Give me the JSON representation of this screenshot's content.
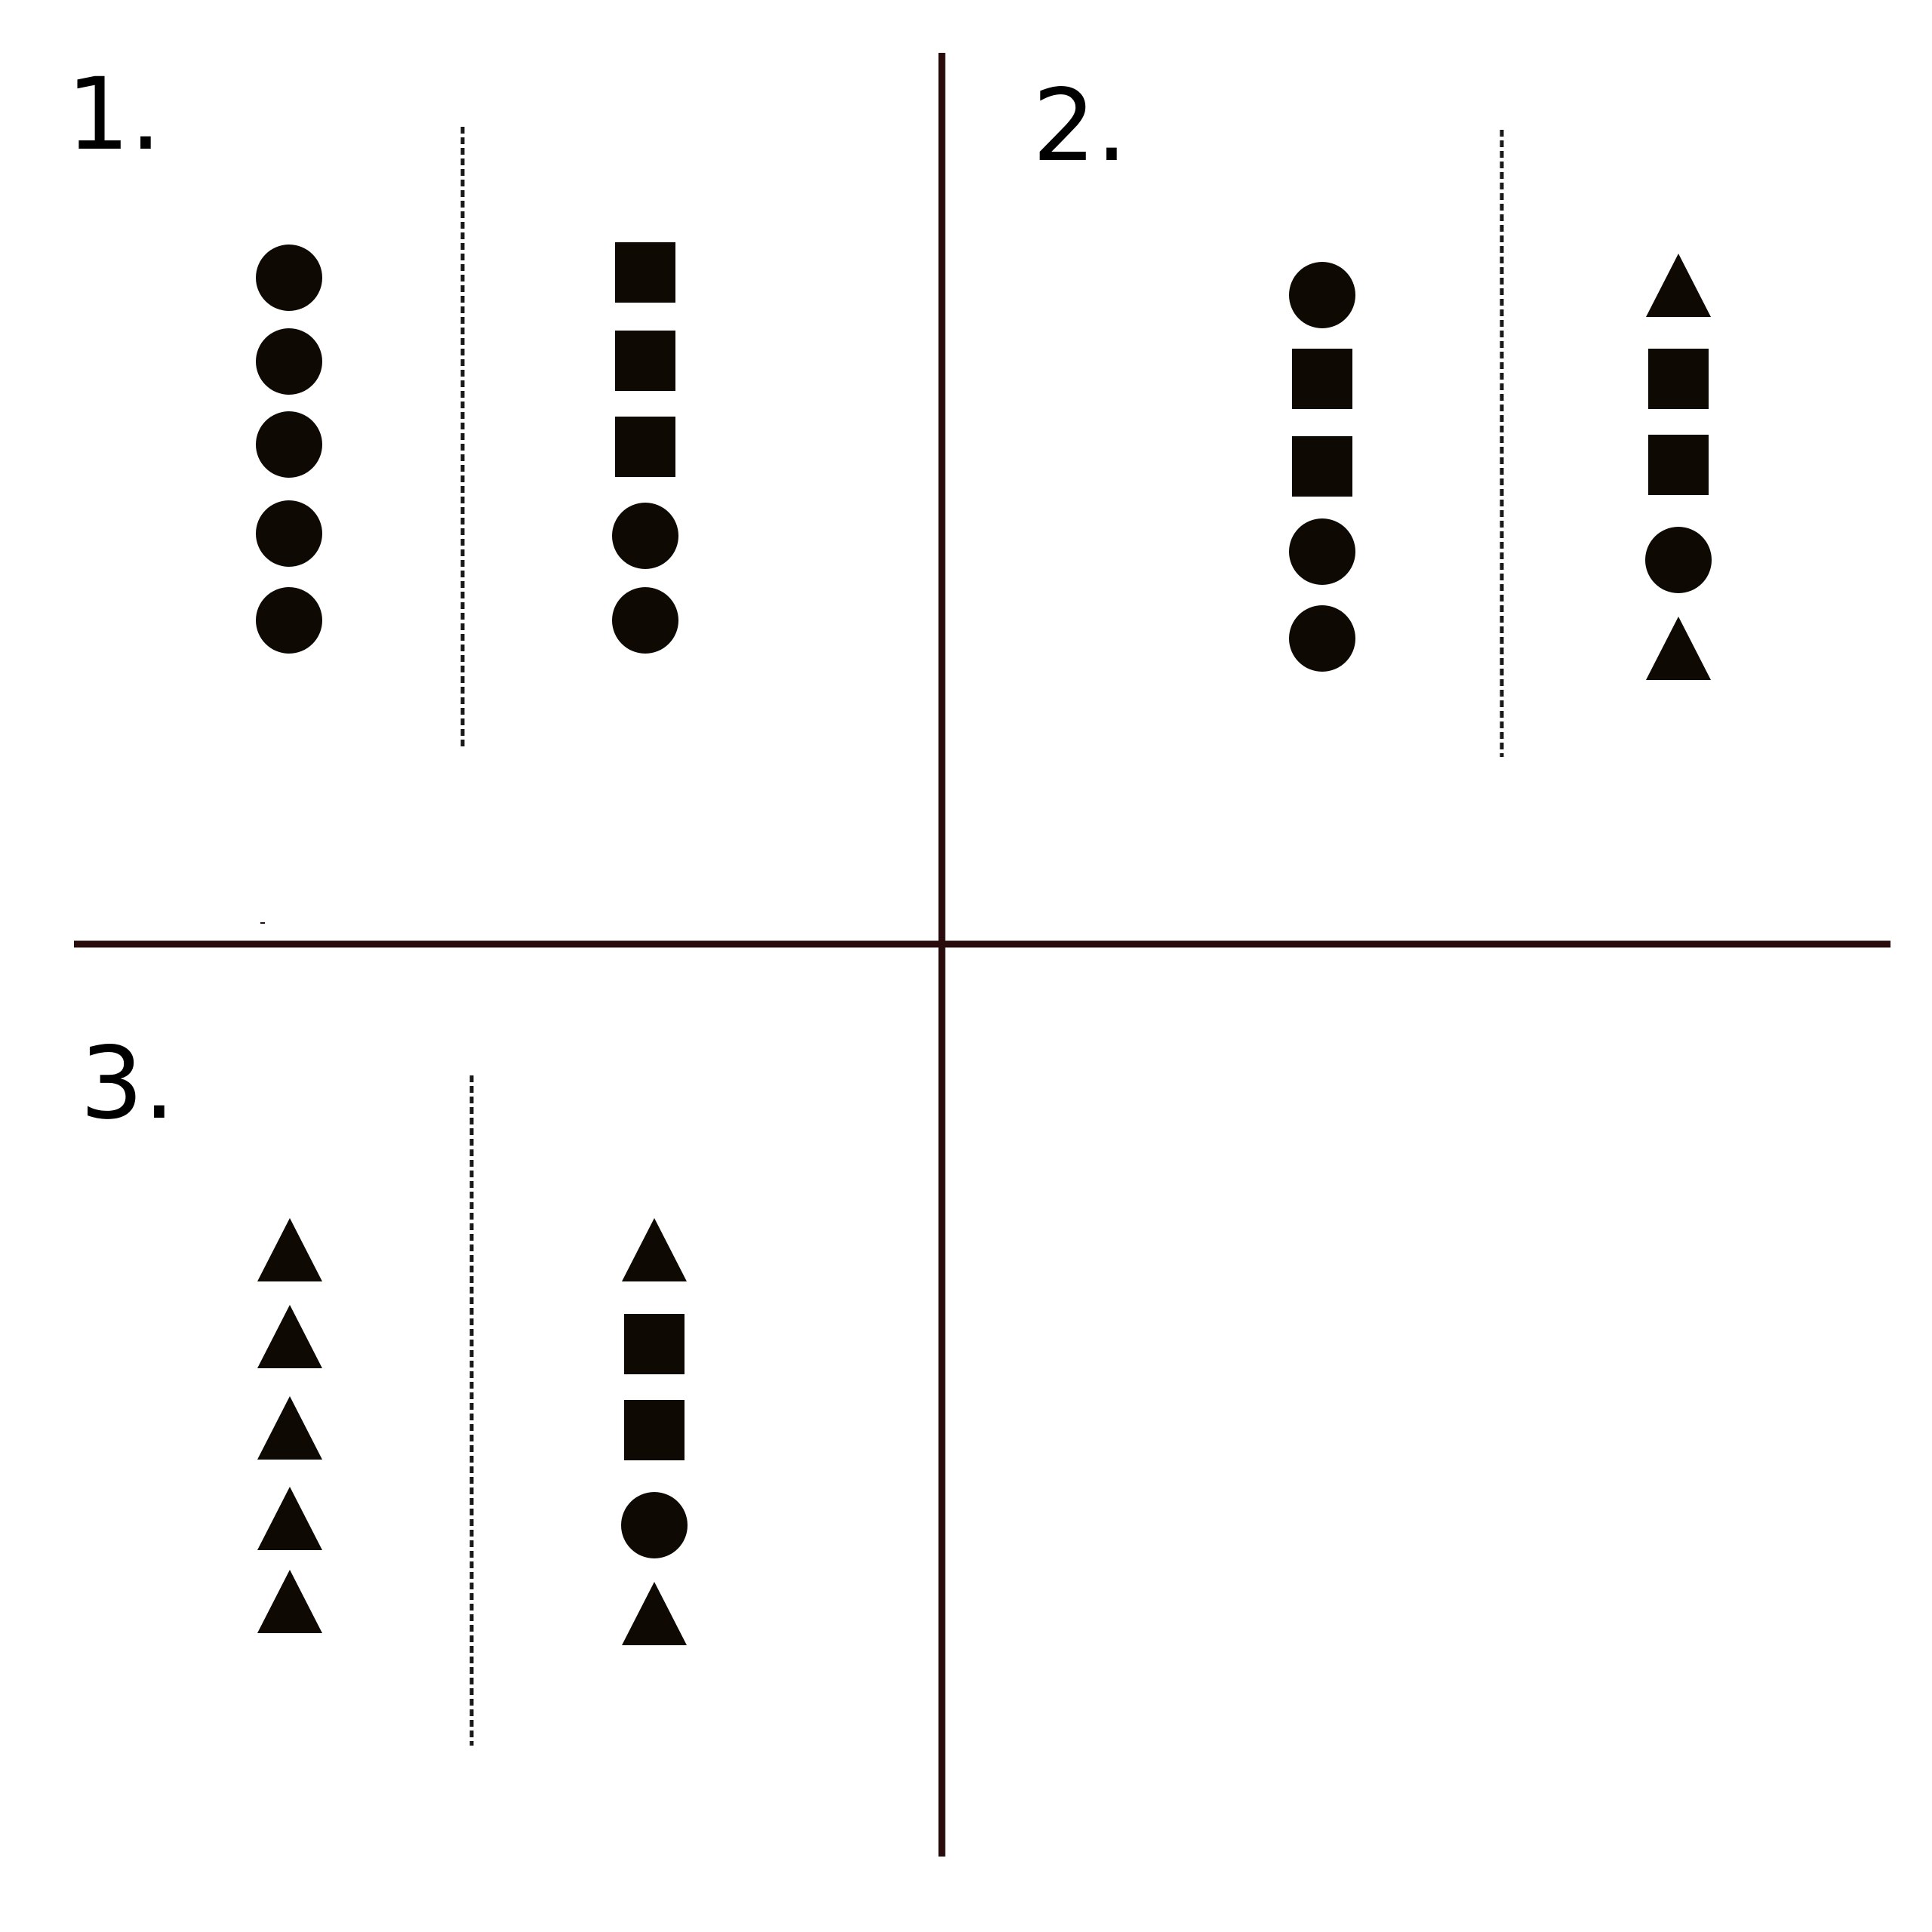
{
  "colors": {
    "shape_fill": "#0e0a03",
    "divider": "#2a0c0c",
    "dashed_line": "#1a1a1a",
    "background": "#ffffff"
  },
  "panels": [
    {
      "label": "1.",
      "left_column": [
        "circle",
        "circle",
        "circle",
        "circle",
        "circle"
      ],
      "right_column": [
        "square",
        "square",
        "square",
        "circle",
        "circle"
      ]
    },
    {
      "label": "2.",
      "left_column": [
        "circle",
        "square",
        "square",
        "circle",
        "circle"
      ],
      "right_column": [
        "triangle",
        "square",
        "square",
        "circle",
        "triangle"
      ]
    },
    {
      "label": "3.",
      "left_column": [
        "triangle",
        "triangle",
        "triangle",
        "triangle",
        "triangle"
      ],
      "right_column": [
        "triangle",
        "square",
        "square",
        "circle",
        "triangle"
      ]
    }
  ]
}
